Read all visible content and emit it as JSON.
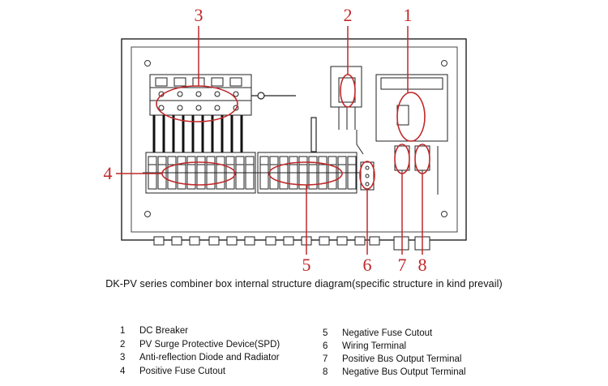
{
  "callouts": [
    "1",
    "2",
    "3",
    "4",
    "5",
    "6",
    "7",
    "8"
  ],
  "caption": "DK-PV series combiner box internal structure diagram(specific structure in kind prevail)",
  "legend_left": [
    {
      "num": "1",
      "text": "DC Breaker"
    },
    {
      "num": "2",
      "text": "PV Surge Protective Device(SPD)"
    },
    {
      "num": "3",
      "text": "Anti-reflection Diode and Radiator"
    },
    {
      "num": "4",
      "text": "Positive Fuse Cutout"
    }
  ],
  "legend_right": [
    {
      "num": "5",
      "text": "Negative Fuse Cutout"
    },
    {
      "num": "6",
      "text": "Wiring Terminal"
    },
    {
      "num": "7",
      "text": "Positive Bus Output Terminal"
    },
    {
      "num": "8",
      "text": "Negative Bus Output Terminal"
    }
  ],
  "colors": {
    "callout": "#c0282a",
    "line": "#222222"
  }
}
